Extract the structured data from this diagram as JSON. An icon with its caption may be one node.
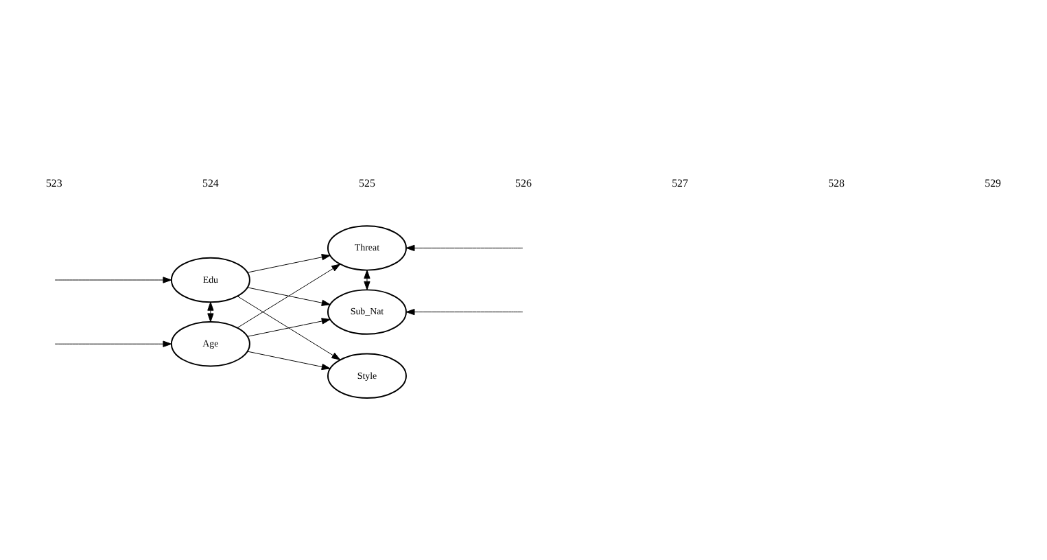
{
  "diagram": {
    "nodes": [
      {
        "text": [
          "Edu"
        ]
      },
      {
        "text": [
          "Age"
        ]
      },
      {
        "text": [
          "Threat"
        ]
      },
      {
        "text": [
          "Sub_Nat"
        ]
      },
      {
        "text": [
          "Style"
        ]
      }
    ],
    "edges": [
      {
        "from": null,
        "to": 0,
        "arrow": "to"
      },
      {
        "from": null,
        "to": 1,
        "arrow": "to"
      },
      {
        "from": 0,
        "to": 1,
        "arrow": "both"
      },
      {
        "from": 0,
        "to": 2,
        "arrow": "to"
      },
      {
        "from": 0,
        "to": 3,
        "arrow": "to"
      },
      {
        "from": 0,
        "to": 4,
        "arrow": "to"
      },
      {
        "from": 1,
        "to": 2,
        "arrow": "to"
      },
      {
        "from": 1,
        "to": 3,
        "arrow": "to"
      },
      {
        "from": 1,
        "to": 4,
        "arrow": "to"
      },
      {
        "from": null,
        "to": 2,
        "arrow": "to"
      },
      {
        "from": null,
        "to": 3,
        "arrow": "to"
      },
      {
        "from": 2,
        "to": 3,
        "arrow": "both"
      }
    ],
    "labels": [
      "523",
      "524",
      "525",
      "526",
      "527",
      "528",
      "529"
    ]
  }
}
